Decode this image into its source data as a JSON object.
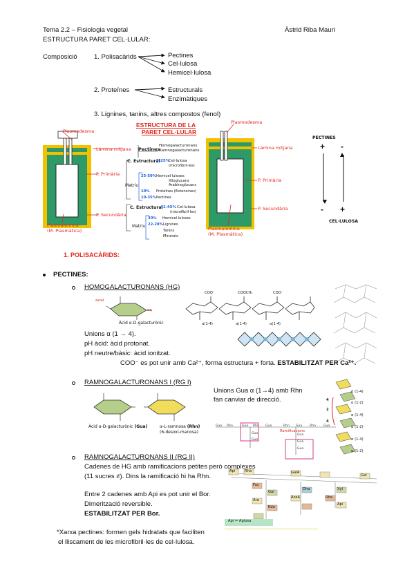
{
  "header": {
    "topic": "Tema 2.2 – Fisiologia vegetal",
    "author": "Àstrid Riba Mauri",
    "section": "ESTRUCTURA PARET CEL·LULAR:"
  },
  "composition": {
    "label": "Composició",
    "item1": "1. Polisacàrids",
    "item1_children": [
      "Pectines",
      "Cel·lulosa",
      "Hemicel·lulosa"
    ],
    "item2": "2. Proteïnes",
    "item2_children": [
      "Estructurals",
      "Enzimàtiques"
    ],
    "item3": "3. Lignines, tanins, altres compostos (fenol)"
  },
  "figure": {
    "title_line1": "ESTRUCTURA DE LA",
    "title_line2": "PARET CEL·LULAR",
    "left": {
      "plasmodesma": "Plasmodesma",
      "lamina": "Làmina mitjana",
      "primaria": "P. Primària",
      "secundaria": "P. Secundària",
      "plasmalemma1": "Plasmalemma",
      "plasmalemma2": "(M. Plasmàtica)"
    },
    "pectines_label": "Pectines",
    "pectines_types": [
      "Homogalacturonans",
      "Ramnogalacturonans"
    ],
    "c_estructural1": "C. Estructural",
    "cel_pct1": "9-25%",
    "cel_text1": "Cel·lulosa",
    "cel_sub1": "(microfibril·les)",
    "matriu1": "Matriu",
    "matrix1_rows": [
      {
        "pct": "25-50%",
        "text": "Hemicel·luloses"
      },
      {
        "pct": "",
        "text": "Xiloglucans"
      },
      {
        "pct": "",
        "text": "Arabinoglucans"
      },
      {
        "pct": "10%",
        "text": "Proteïnes (Extensines)"
      },
      {
        "pct": "10-35%",
        "text": "Pectines"
      }
    ],
    "c_estructural2": "C. Estructural",
    "cel_pct2": "41-45%",
    "cel_text2": "Cel·lulosa",
    "cel_sub2": "(microfibril·les)",
    "matriu2": "Matriu",
    "matrix2_rows": [
      {
        "pct": "30%",
        "text": "Hemicel·luloses"
      },
      {
        "pct": "22-28%",
        "text": "Lignines"
      },
      {
        "pct": "",
        "text": "Tanins"
      },
      {
        "pct": "",
        "text": "Minerals"
      }
    ],
    "right": {
      "plasmodesma": "Plasmodesma",
      "lamina": "Làmina mitjana",
      "primaria": "P. Primària",
      "secundaria": "P. Secundària",
      "plasmalemma1": "Plasmalemma",
      "plasmalemma2": "(M. Plasmàtica)"
    },
    "gradient": {
      "top": "PECTINES",
      "bottom": "CEL·LULOSA",
      "plus": "+",
      "minus": "-"
    }
  },
  "polisacarids_heading": "1.   POLISACÀRIDS:",
  "pectines_heading": "PECTINES:",
  "hg": {
    "title": "HOMOGALACTURONANS (HG)",
    "monomer_caption": "Àcid α-D-galacturònic",
    "chain_labels": [
      "COO⁻",
      "COOCH₃",
      "COO⁻",
      "α(1-4)",
      "α(1-4)",
      "α(1-4)"
    ],
    "axial": "axial",
    "eq": "eq",
    "unions": "Unions α (1 → 4).",
    "ph_acid": "pH àcid: àcid protonat.",
    "ph_neutral": "pH neutre/bàsic: àcid ionitzat.",
    "coo_line_a": "COO⁻ es pot unir amb Ca²⁺, forma estructura + forta. ",
    "coo_line_b": "ESTABILITZAT PER Ca²⁺."
  },
  "rg1": {
    "title": "RAMNOGALACTURONANS I (RG I)",
    "gua_caption_a": "Àcid α-D-galacturònic ",
    "gua_caption_b": "(Gua)",
    "rhn_caption_a": "α-L-ramnosa ",
    "rhn_caption_b": "(Rhn)",
    "rhn_caption_c": "(6-desoxi-manosa)",
    "note_line1": "Unions Gua α (1→4) amb Rhn",
    "note_line2": "fan canviar de direcció.",
    "ramificacions": "Ramificacions",
    "linkage_labels": [
      "α (1-4)",
      "α (1-2)",
      "α (1-4)",
      "α (1-2)",
      "α (1-4)",
      "α (1-2)"
    ],
    "side_numbers": [
      "4",
      "2",
      "4"
    ],
    "schematic_gua": "Gua",
    "schematic_rhn": "Rhn"
  },
  "rg2": {
    "title": "RAMNOGALACTURONANS II (RG II)",
    "line1": "Cadenes de HG amb ramificacions petites però complexes",
    "line2": "(11 sucres ≠). Dins la ramificació hi ha Rhn.",
    "line3": "Entre 2 cadenes amb Api es pot unir el Bor.",
    "line4": "Dimerització reversible.",
    "line5": "ESTABILITZAT PER Bor.",
    "legend": "Api = Apiosa",
    "sugars": [
      "Api",
      "Rha",
      "Fuc",
      "Gal",
      "Ara",
      "Kdo",
      "Dha",
      "AceA",
      "Xyl",
      "GalA",
      "Rha",
      "Api",
      "Gal"
    ]
  },
  "footnote": {
    "line1": "*Xarxa pectines: formen gels hidratats que faciliten",
    "line2": "el lliscament de les microfibril·les de cel·lulosa."
  },
  "colors": {
    "accent_red": "#e0261c",
    "wall_green": "#2e9a68",
    "lamina_yellow": "#f2c200",
    "sugar_green": "#b5cf8a",
    "sugar_yellow": "#f0dd5c",
    "link_blue": "#1e5fd8"
  }
}
